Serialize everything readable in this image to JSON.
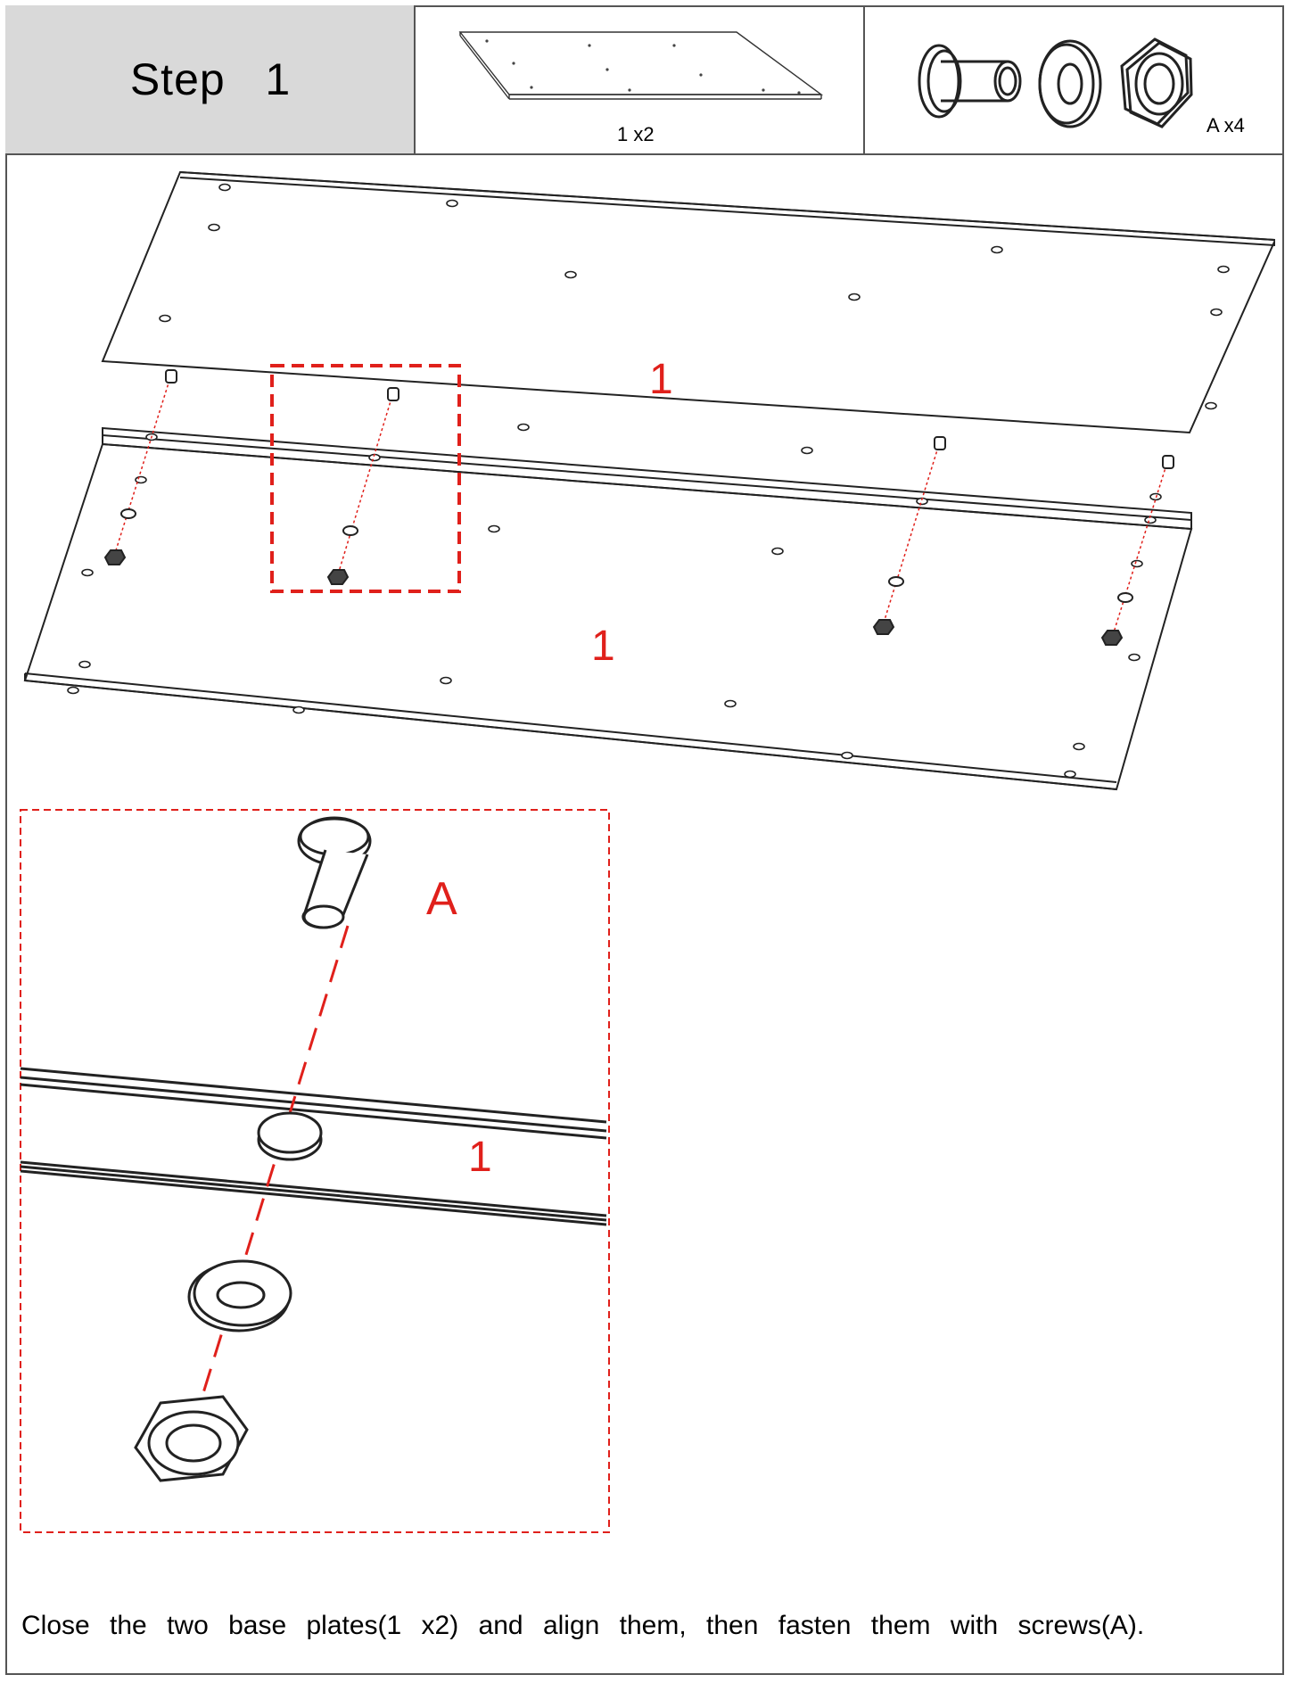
{
  "header": {
    "step_label": "Step   1",
    "part_quantity": "1 x2",
    "hardware_quantity": "A x4"
  },
  "diagram": {
    "part_number_top": "1",
    "part_number_bottom": "1",
    "zoom_part_number": "1",
    "zoom_hardware_letter": "A",
    "accent_color": "#e0201b"
  },
  "instruction": "Close the two base plates(1 x2) and align them, then fasten them with screws(A)."
}
